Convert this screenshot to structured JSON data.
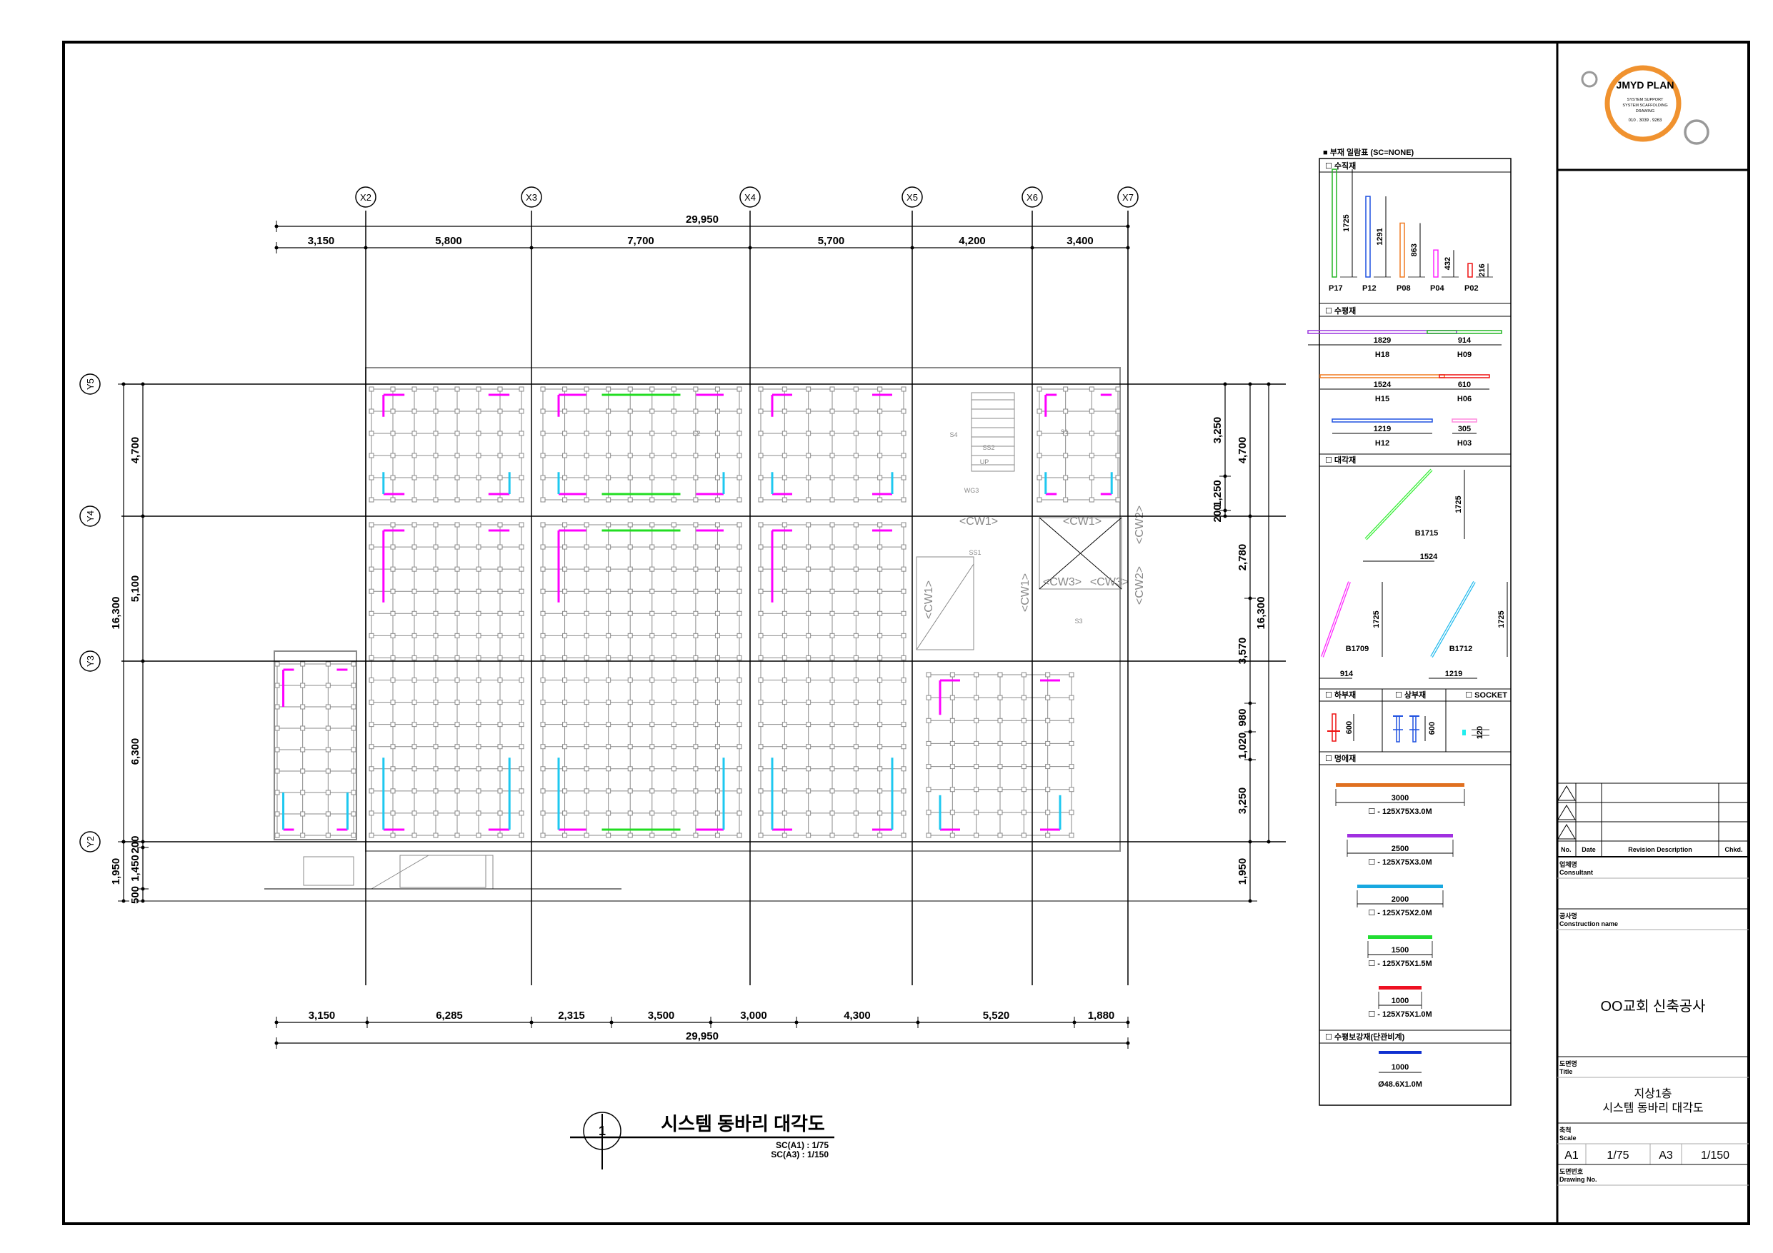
{
  "logo": {
    "name": "JMYD PLAN",
    "line1": "SYSTEM SUPPORT",
    "line2": "SYSTEM SCAFFOLDING",
    "line3": "DRAWING",
    "phone": "010 . 3039 . 9263",
    "colors": {
      "ring": "#f0922f",
      "text": "#1e2d4f"
    }
  },
  "grid": {
    "x_axes": [
      "X2",
      "X3",
      "X4",
      "X5",
      "X6",
      "X7"
    ],
    "y_axes": [
      "Y5",
      "Y4",
      "Y3",
      "Y2"
    ]
  },
  "dimensions": {
    "top_total": "29,950",
    "top": [
      "3,150",
      "5,800",
      "7,700",
      "5,700",
      "4,200",
      "3,400"
    ],
    "bottom": [
      "3,150",
      "6,285",
      "2,315",
      "3,500",
      "3,000",
      "4,300",
      "5,520",
      "1,880"
    ],
    "bottom_total": "29,950",
    "left_total": "16,300",
    "left": [
      "4,700",
      "5,100",
      "6,300",
      "200",
      "1,450",
      "500"
    ],
    "left_bottom": "1,950",
    "right_inner": [
      "3,250",
      "1,250",
      "200"
    ],
    "right": [
      "4,700",
      "2,780",
      "3,570",
      "980",
      "1,020",
      "3,250",
      "1,950"
    ],
    "right_total": "16,300"
  },
  "plan": {
    "labels": [
      "<CW1>",
      "<CW1>",
      "<CW1>",
      "<CW1>",
      "<CW2>",
      "<CW2>",
      "<CW3>",
      "<CW3>",
      "S1",
      "S2",
      "S3",
      "S4",
      "SS1",
      "SS2",
      "UP",
      "WG3"
    ],
    "colors": {
      "magenta": "#ff00ff",
      "cyan": "#1ec8f0",
      "green": "#22dd22",
      "frame": "#8a8a8a"
    }
  },
  "drawing_title": {
    "number": "1",
    "title": "시스템 동바리 대각도",
    "scale_a1": "SC(A1) :  1/75",
    "scale_a3": "SC(A3) : 1/150"
  },
  "legend": {
    "title": "■ 부재 일람표 (SC=NONE)",
    "vertical": {
      "heading": "☐ 수직재",
      "items": [
        {
          "code": "P17",
          "length": "1725",
          "color": "#22b522"
        },
        {
          "code": "P12",
          "length": "1291",
          "color": "#1e50e0"
        },
        {
          "code": "P08",
          "length": "863",
          "color": "#f07a20"
        },
        {
          "code": "P04",
          "length": "432",
          "color": "#ff22ff"
        },
        {
          "code": "P02",
          "length": "216",
          "color": "#ee1111"
        }
      ]
    },
    "horizontal": {
      "heading": "☐ 수평재",
      "items": [
        {
          "code": "H18",
          "length": "1829",
          "color": "#9a33dd"
        },
        {
          "code": "H09",
          "length": "914",
          "color": "#22b522"
        },
        {
          "code": "H15",
          "length": "1524",
          "color": "#f07a20"
        },
        {
          "code": "H06",
          "length": "610",
          "color": "#ee1111"
        },
        {
          "code": "H12",
          "length": "1219",
          "color": "#1e50e0"
        },
        {
          "code": "H03",
          "length": "305",
          "color": "#ff88dd"
        }
      ]
    },
    "diagonal": {
      "heading": "☐ 대각재",
      "items": [
        {
          "code": "B1715",
          "height": "1725",
          "width": "1524",
          "color": "#33ee33"
        },
        {
          "code": "B1709",
          "height": "1725",
          "width": "914",
          "color": "#ff22ff"
        },
        {
          "code": "B1712",
          "height": "1725",
          "width": "1219",
          "color": "#22bbee"
        }
      ]
    },
    "base": {
      "heading": "☐ 하부재",
      "length": "600",
      "color": "#ee1111"
    },
    "top": {
      "heading": "☐ 상부재",
      "length": "600",
      "color": "#1e50e0"
    },
    "socket": {
      "heading": "☐ SOCKET",
      "length": "120",
      "color": "#22eeee"
    },
    "beam": {
      "heading": "☐ 멍에재",
      "items": [
        {
          "length": "3000",
          "spec": "☐ - 125X75X3.0M",
          "color": "#e07020"
        },
        {
          "length": "2500",
          "spec": "☐ - 125X75X3.0M",
          "color": "#a030e0"
        },
        {
          "length": "2000",
          "spec": "☐ - 125X75X2.0M",
          "color": "#18a8e0"
        },
        {
          "length": "1500",
          "spec": "☐ - 125X75X1.5M",
          "color": "#22dd33"
        },
        {
          "length": "1000",
          "spec": "☐ - 125X75X1.0M",
          "color": "#ee1122"
        }
      ]
    },
    "brace": {
      "heading": "☐ 수평보강재(단관비계)",
      "length": "1000",
      "spec": "Ø48.6X1.0M",
      "color": "#1030d0"
    }
  },
  "title_block": {
    "revision_headers": {
      "no": "No.",
      "date": "Date",
      "desc": "Revision Description",
      "chkd": "Chkd."
    },
    "consultant_ko": "업체명",
    "consultant_en": "Consultant",
    "construction_ko": "공사명",
    "construction_en": "Construction name",
    "project_name": "OO교회 신축공사",
    "title_ko": "도면명",
    "title_en": "Title",
    "title_line1": "지상1층",
    "title_line2": "시스템 동바리 대각도",
    "scale_ko": "축척",
    "scale_en": "Scale",
    "scale": {
      "a1_label": "A1",
      "a1_value": "1/75",
      "a3_label": "A3",
      "a3_value": "1/150"
    },
    "drawing_no_ko": "도면번호",
    "drawing_no_en": "Drawing No."
  }
}
